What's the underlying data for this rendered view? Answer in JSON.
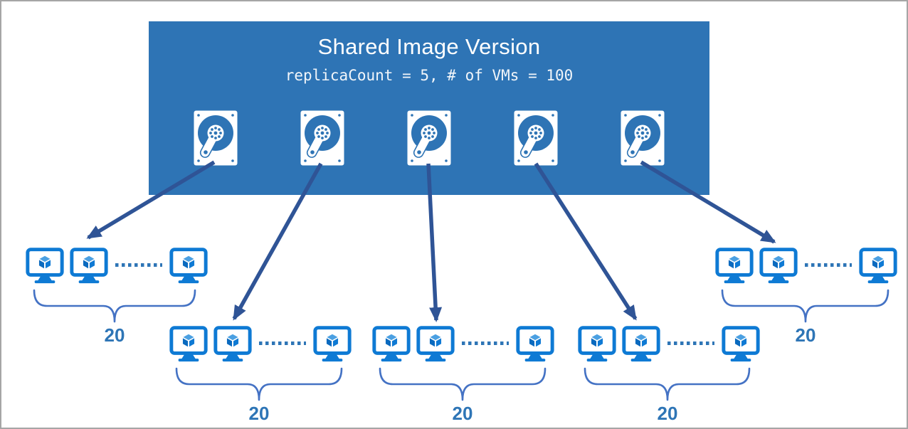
{
  "header": {
    "title": "Shared Image Version",
    "subtitle": "replicaCount = 5, # of VMs = 100"
  },
  "replicas": {
    "icon": "managed-disk-icon",
    "count": 5
  },
  "vm_groups": [
    {
      "id": "group-1",
      "label": "20",
      "icon": "vm-icon"
    },
    {
      "id": "group-2",
      "label": "20",
      "icon": "vm-icon"
    },
    {
      "id": "group-3",
      "label": "20",
      "icon": "vm-icon"
    },
    {
      "id": "group-4",
      "label": "20",
      "icon": "vm-icon"
    },
    {
      "id": "group-5",
      "label": "20",
      "icon": "vm-icon"
    }
  ],
  "colors": {
    "box_background": "#2E74B5",
    "vm_icon_blue": "#0E7AD4",
    "arrow_navy": "#2F5496",
    "brace_blue": "#4472C4",
    "count_label_blue": "#2E75B6",
    "canvas_border_gray": "#A6A6A6"
  }
}
